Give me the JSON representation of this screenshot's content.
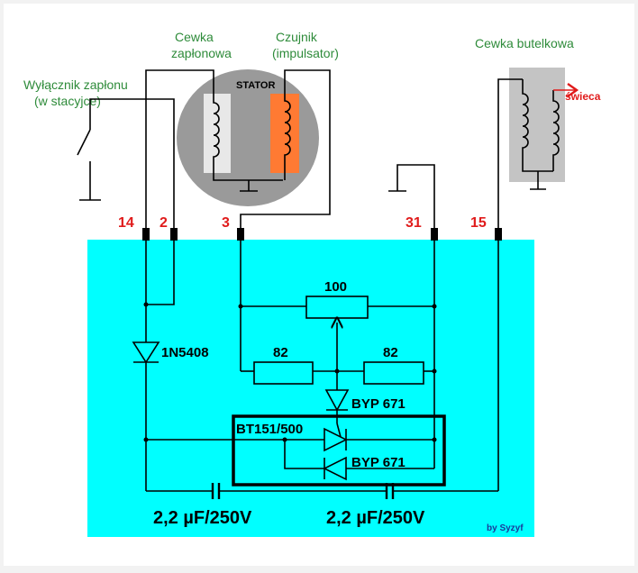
{
  "labels": {
    "ignition_switch": [
      "Wyłącznik zapłonu",
      "(w stacyjce)"
    ],
    "ignition_coil": [
      "Cewka",
      "zapłonowa"
    ],
    "sensor": [
      "Czujnik",
      "(impulsator)"
    ],
    "bottle_coil": "Cewka butelkowa",
    "stator": "STATOR",
    "spark_plug": "świeca"
  },
  "pins": {
    "p14": "14",
    "p2": "2",
    "p3": "3",
    "p31": "31",
    "p15": "15"
  },
  "components": {
    "pot": "100",
    "r1": "82",
    "r2": "82",
    "diode_1n5408": "1N5408",
    "diode_byp_top": "BYP 671",
    "thyristor": "BT151/500",
    "diode_byp_bottom": "BYP 671",
    "cap1": "2,2 µF/250V",
    "cap2": "2,2 µF/250V"
  },
  "credit": "by Syzyf",
  "colors": {
    "board": "#00ffff",
    "stator": "#9a9a9a",
    "coil_light": "#e8e8e8",
    "coil_orange": "#ff7a33",
    "bottle_coil": "#c4c4c4",
    "pin_label": "#e01b1b",
    "caption": "#2e8b3a"
  }
}
